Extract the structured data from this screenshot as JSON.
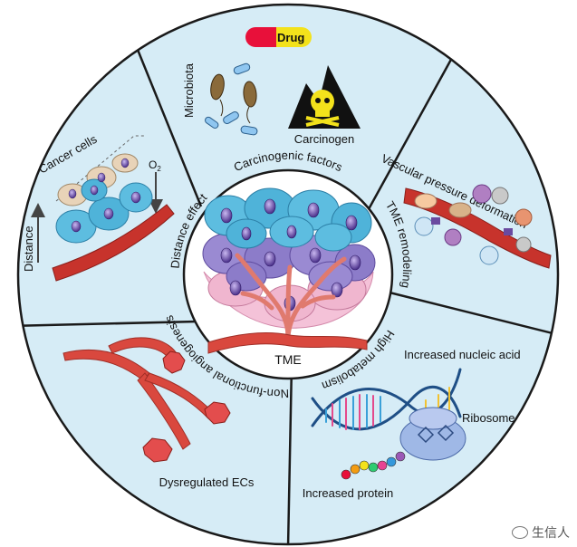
{
  "center": {
    "label": "TME"
  },
  "segments": {
    "carcinogenic_factors": {
      "title": "Carcinogenic factors",
      "drug_label": "Drug",
      "microbiota_label": "Microbiota",
      "carcinogen_label": "Carcinogen"
    },
    "tme_remodeling": {
      "title": "TME remodeling",
      "vascular_label": "Vascular pressure deformation"
    },
    "high_metabolism": {
      "title": "High metabolism",
      "nucleic_label": "Increased nucleic acid",
      "ribosome_label": "Ribosome",
      "protein_label": "Increased protein"
    },
    "angiogenesis": {
      "title": "Non-functional angiogenesis",
      "ecs_label": "Dysregulated ECs"
    },
    "distance_effect": {
      "title": "Distance effect",
      "cancer_cells_label": "Cancer cells",
      "o2_label": "O",
      "o2_sub": "2",
      "distance_label": "Distance"
    }
  },
  "watermark": {
    "text": "生信人"
  },
  "colors": {
    "ring": "#d6ecf6",
    "border": "#1a1a1a",
    "vessel": "#c7332c",
    "cell_blue": "#4fb3d9",
    "cell_purple": "#8c7cc9",
    "cell_pink": "#f0b6cf"
  }
}
